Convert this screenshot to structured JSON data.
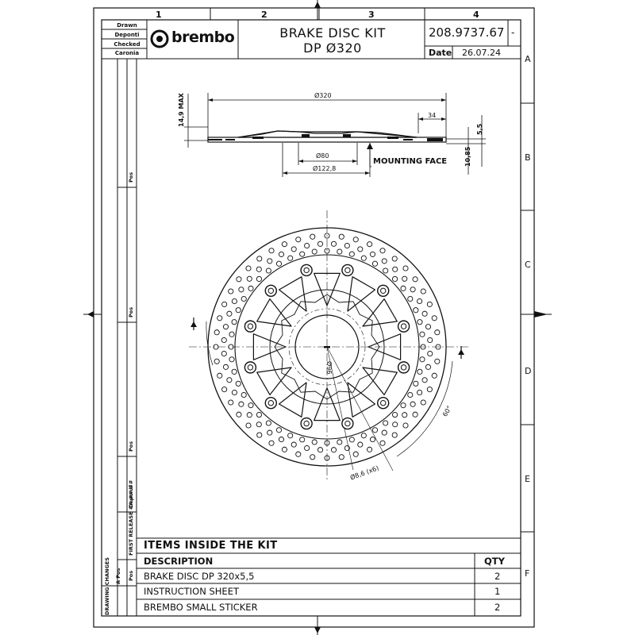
{
  "columns": [
    "1",
    "2",
    "3",
    "4"
  ],
  "rows": [
    "A",
    "B",
    "C",
    "D",
    "E",
    "F"
  ],
  "header": {
    "cells": [
      "Drawn",
      "Deponti",
      "Checked",
      "Caronia"
    ],
    "brand": "brembo",
    "title_line1": "BRAKE DISC KIT",
    "title_line2": "DP Ø320",
    "part_number": "208.9737.67",
    "revision": "-",
    "date_label": "Date",
    "date_value": "26.07.24"
  },
  "side_revision": {
    "labels": [
      "Pos",
      "Pos",
      "Pos",
      "Pos",
      "Deponti",
      "FIRST RELEASE ##.##.##",
      "A Pos",
      "DRAWING CHANGES"
    ]
  },
  "dimensions": {
    "outer_diameter": "Ø320",
    "max_height": "14,9 MAX",
    "width_34": "34",
    "thickness": "5,5",
    "offset": "10,85",
    "bore_80": "Ø80",
    "bore_122": "Ø122,8",
    "mounting_face": "MOUNTING FACE",
    "pcd": "Ø96",
    "hole_spec": "Ø8,6 (x6)",
    "angle": "60°"
  },
  "kit": {
    "title": "ITEMS INSIDE THE KIT",
    "col_description": "DESCRIPTION",
    "col_qty": "QTY",
    "items": [
      {
        "description": "BRAKE DISC DP 320x5,5",
        "qty": "2"
      },
      {
        "description": "INSTRUCTION SHEET",
        "qty": "1"
      },
      {
        "description": "BREMBO SMALL STICKER",
        "qty": "2"
      }
    ]
  }
}
